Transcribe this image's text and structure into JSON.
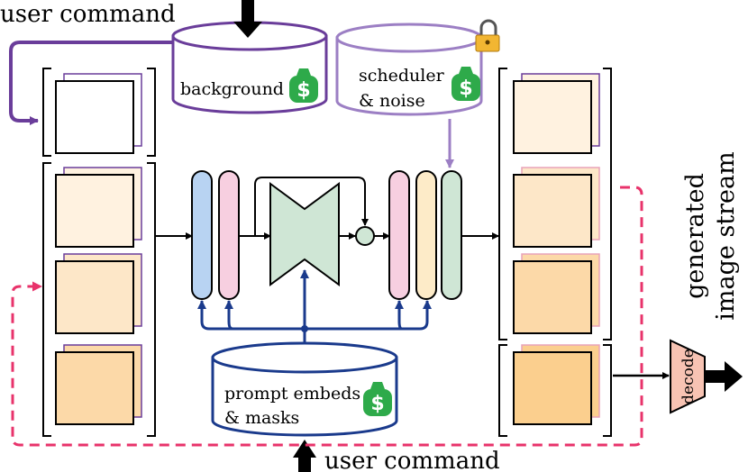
{
  "labels": {
    "user_command_top": "user command",
    "user_command_bottom": "user command",
    "background": "background",
    "scheduler_line1": "scheduler",
    "scheduler_line2": "& noise",
    "prompt_line1": "prompt embeds",
    "prompt_line2": "& masks",
    "decode": "decode",
    "stream_line1": "generated",
    "stream_line2": "image stream"
  },
  "icons": {
    "money_bag": "money-bag-icon",
    "lock": "lock-icon",
    "arrow": "down-arrow-icon"
  },
  "colors": {
    "purple": "#6a3d9a",
    "light_purple": "#9c7fc4",
    "navy": "#1a3a8c",
    "pink_dash": "#e8336b",
    "money_green": "#2eaa4a",
    "unet_green": "#cfe6d5",
    "block_blue": "#b8d3f2",
    "block_pink": "#f7cfe0",
    "block_cream": "#fdebc8",
    "decode_fill": "#f7c3b3",
    "frame_1": "#ffffff",
    "frame_2": "#fff2e0",
    "frame_3": "#fde7c8",
    "frame_4": "#fcd9a8",
    "frame_5": "#fbcf8e"
  }
}
